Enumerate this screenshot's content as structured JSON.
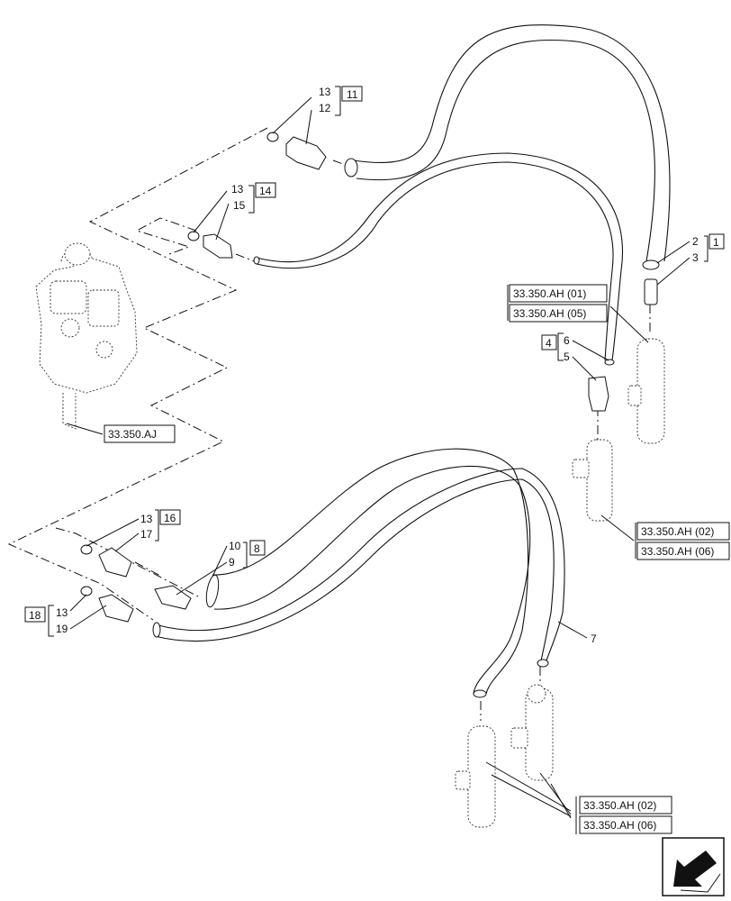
{
  "callouts": {
    "c13a": "13",
    "c12": "12",
    "c11": "11",
    "c13b": "13",
    "c15": "15",
    "c14": "14",
    "c2": "2",
    "c1": "1",
    "c3": "3",
    "c4": "4",
    "c6": "6",
    "c5": "5",
    "c13c": "13",
    "c17": "17",
    "c16": "16",
    "c10": "10",
    "c9": "9",
    "c8": "8",
    "c18": "18",
    "c13d": "13",
    "c19": "19",
    "c7": "7"
  },
  "references": {
    "r_ah01": "33.350.AH (01)",
    "r_ah05": "33.350.AH (05)",
    "r_aj": "33.350.AJ",
    "r_ah02_mid": "33.350.AH (02)",
    "r_ah06_mid": "33.350.AH (06)",
    "r_ah02_bot": "33.350.AH (02)",
    "r_ah06_bot": "33.350.AH (06)"
  },
  "icons": {
    "nav": "previous-view-arrow-icon"
  }
}
